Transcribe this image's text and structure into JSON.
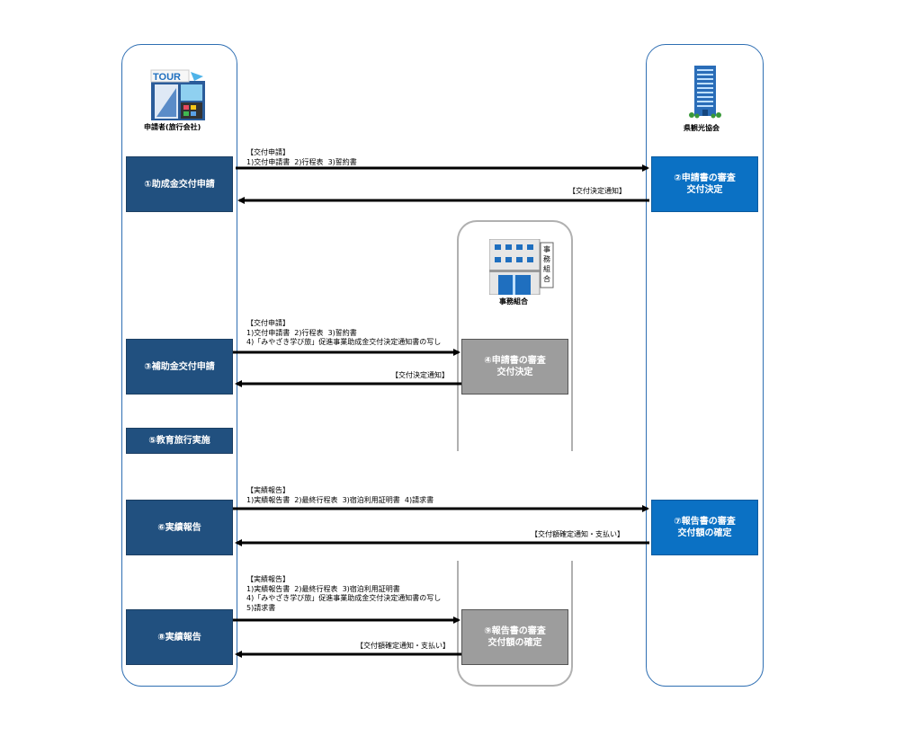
{
  "actors": {
    "applicant": "申請者(旅行会社)",
    "association": "県観光協会",
    "office": "事務組合"
  },
  "icons": {
    "tour_sign": "TOUR",
    "office_sign": "事\n務\n組\n合"
  },
  "steps": {
    "s1": "①助成金交付申請",
    "s2": "②申請書の審査\n交付決定",
    "s3": "③補助金交付申請",
    "s4": "④申請書の審査\n交付決定",
    "s5": "⑤教育旅行実施",
    "s6": "⑥実績報告",
    "s7": "⑦報告書の審査\n交付額の確定",
    "s8": "⑧実績報告",
    "s9": "⑨報告書の審査\n交付額の確定"
  },
  "notes": {
    "n1": "【交付申請】\n1)交付申請書  2)行程表  3)誓約書",
    "n2": "【交付決定通知】",
    "n3": "【交付申請】\n1)交付申請書  2)行程表  3)誓約書\n4)「みやざき学び旅」促進事業助成金交付決定通知書の写し",
    "n4": "【交付決定通知】",
    "n5": "【実績報告】\n1)実績報告書  2)最終行程表  3)宿泊利用証明書  4)請求書",
    "n6": "【交付額確定通知・支払い】",
    "n7": "【実績報告】\n1)実績報告書  2)最終行程表  3)宿泊利用証明書\n4)「みやざき学び旅」促進事業助成金交付決定通知書の写し\n5)請求書",
    "n8": "【交付額確定通知・支払い】"
  },
  "colors": {
    "lane_border": "#2f6fb3",
    "step_dark": "#21507f",
    "step_bright": "#0b71c4",
    "step_grey": "#9d9d9d"
  }
}
